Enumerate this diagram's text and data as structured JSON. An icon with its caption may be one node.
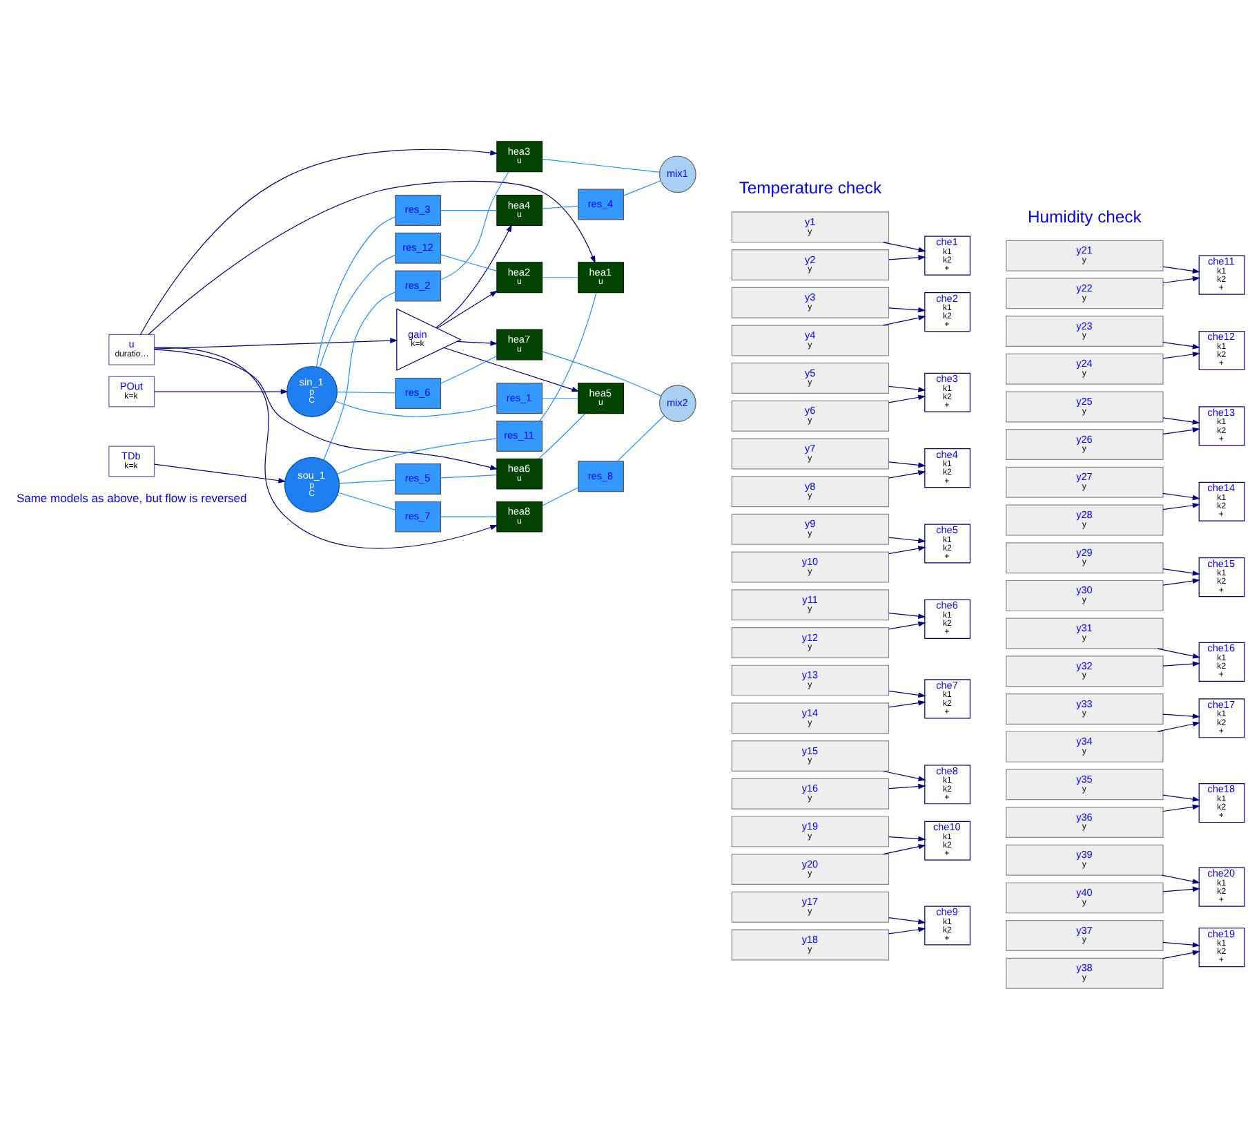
{
  "diagram": {
    "nodes": [
      {
        "text": [
          "u",
          "duratio…"
        ]
      },
      {
        "text": [
          "gain",
          "k=k"
        ]
      },
      {
        "text": [
          "POut",
          "k=k"
        ]
      },
      {
        "text": [
          "sin_1",
          "p",
          "C"
        ]
      },
      {
        "text": [
          "TDb",
          "k=k"
        ]
      },
      {
        "text": [
          "sou_1",
          "p",
          "C"
        ]
      },
      {
        "text": [
          "res_12"
        ]
      },
      {
        "text": [
          "hea2",
          "u"
        ]
      },
      {
        "text": [
          "res_11"
        ]
      },
      {
        "text": [
          "hea1",
          "u"
        ]
      },
      {
        "text": [
          "res_3"
        ]
      },
      {
        "text": [
          "hea4",
          "u"
        ]
      },
      {
        "text": [
          "res_4"
        ]
      },
      {
        "text": [
          "mix1"
        ]
      },
      {
        "text": [
          "res_2"
        ]
      },
      {
        "text": [
          "hea3",
          "u"
        ]
      },
      {
        "text": [
          "res_5"
        ]
      },
      {
        "text": [
          "hea6",
          "u"
        ]
      },
      {
        "text": [
          "res_1"
        ]
      },
      {
        "text": [
          "hea5",
          "u"
        ]
      },
      {
        "text": [
          "res_7"
        ]
      },
      {
        "text": [
          "hea8",
          "u"
        ]
      },
      {
        "text": [
          "res_8"
        ]
      },
      {
        "text": [
          "mix2"
        ]
      },
      {
        "text": [
          "res_6"
        ]
      },
      {
        "text": [
          "hea7",
          "u"
        ]
      },
      {
        "text": [
          "y1",
          "y"
        ]
      },
      {
        "text": [
          "y2",
          "y"
        ]
      },
      {
        "text": [
          "y3",
          "y"
        ]
      },
      {
        "text": [
          "y4",
          "y"
        ]
      },
      {
        "text": [
          "y5",
          "y"
        ]
      },
      {
        "text": [
          "y6",
          "y"
        ]
      },
      {
        "text": [
          "y7",
          "y"
        ]
      },
      {
        "text": [
          "y8",
          "y"
        ]
      },
      {
        "text": [
          "y9",
          "y"
        ]
      },
      {
        "text": [
          "y10",
          "y"
        ]
      },
      {
        "text": [
          "y11",
          "y"
        ]
      },
      {
        "text": [
          "y12",
          "y"
        ]
      },
      {
        "text": [
          "y13",
          "y"
        ]
      },
      {
        "text": [
          "y14",
          "y"
        ]
      },
      {
        "text": [
          "y15",
          "y"
        ]
      },
      {
        "text": [
          "y16",
          "y"
        ]
      },
      {
        "text": [
          "y19",
          "y"
        ]
      },
      {
        "text": [
          "y20",
          "y"
        ]
      },
      {
        "text": [
          "y17",
          "y"
        ]
      },
      {
        "text": [
          "y18",
          "y"
        ]
      },
      {
        "text": [
          "che1",
          "k1",
          "k2",
          "+"
        ]
      },
      {
        "text": [
          "che2",
          "k1",
          "k2",
          "+"
        ]
      },
      {
        "text": [
          "che3",
          "k1",
          "k2",
          "+"
        ]
      },
      {
        "text": [
          "che4",
          "k1",
          "k2",
          "+"
        ]
      },
      {
        "text": [
          "che5",
          "k1",
          "k2",
          "+"
        ]
      },
      {
        "text": [
          "che6",
          "k1",
          "k2",
          "+"
        ]
      },
      {
        "text": [
          "che7",
          "k1",
          "k2",
          "+"
        ]
      },
      {
        "text": [
          "che8",
          "k1",
          "k2",
          "+"
        ]
      },
      {
        "text": [
          "che10",
          "k1",
          "k2",
          "+"
        ]
      },
      {
        "text": [
          "che9",
          "k1",
          "k2",
          "+"
        ]
      },
      {
        "text": [
          "y21",
          "y"
        ]
      },
      {
        "text": [
          "y22",
          "y"
        ]
      },
      {
        "text": [
          "y23",
          "y"
        ]
      },
      {
        "text": [
          "y24",
          "y"
        ]
      },
      {
        "text": [
          "y25",
          "y"
        ]
      },
      {
        "text": [
          "y26",
          "y"
        ]
      },
      {
        "text": [
          "y27",
          "y"
        ]
      },
      {
        "text": [
          "y28",
          "y"
        ]
      },
      {
        "text": [
          "y29",
          "y"
        ]
      },
      {
        "text": [
          "y30",
          "y"
        ]
      },
      {
        "text": [
          "y31",
          "y"
        ]
      },
      {
        "text": [
          "y32",
          "y"
        ]
      },
      {
        "text": [
          "y33",
          "y"
        ]
      },
      {
        "text": [
          "y34",
          "y"
        ]
      },
      {
        "text": [
          "y35",
          "y"
        ]
      },
      {
        "text": [
          "y36",
          "y"
        ]
      },
      {
        "text": [
          "y39",
          "y"
        ]
      },
      {
        "text": [
          "y40",
          "y"
        ]
      },
      {
        "text": [
          "y37",
          "y"
        ]
      },
      {
        "text": [
          "y38",
          "y"
        ]
      },
      {
        "text": [
          "che11",
          "k1",
          "k2",
          "+"
        ]
      },
      {
        "text": [
          "che12",
          "k1",
          "k2",
          "+"
        ]
      },
      {
        "text": [
          "che13",
          "k1",
          "k2",
          "+"
        ]
      },
      {
        "text": [
          "che14",
          "k1",
          "k2",
          "+"
        ]
      },
      {
        "text": [
          "che15",
          "k1",
          "k2",
          "+"
        ]
      },
      {
        "text": [
          "che16",
          "k1",
          "k2",
          "+"
        ]
      },
      {
        "text": [
          "che17",
          "k1",
          "k2",
          "+"
        ]
      },
      {
        "text": [
          "che18",
          "k1",
          "k2",
          "+"
        ]
      },
      {
        "text": [
          "che20",
          "k1",
          "k2",
          "+"
        ]
      },
      {
        "text": [
          "che19",
          "k1",
          "k2",
          "+"
        ]
      }
    ],
    "edges": [
      {
        "from": 2,
        "to": 3,
        "arrow": "to"
      },
      {
        "from": 4,
        "to": 5,
        "arrow": "to"
      },
      {
        "from": 0,
        "to": 1,
        "arrow": "to"
      },
      {
        "from": 0,
        "to": 9,
        "arrow": "to"
      },
      {
        "from": 0,
        "to": 15,
        "arrow": "to"
      },
      {
        "from": 0,
        "to": 17,
        "arrow": "to"
      },
      {
        "from": 0,
        "to": 21,
        "arrow": "to"
      },
      {
        "from": 1,
        "to": 7,
        "arrow": "to"
      },
      {
        "from": 1,
        "to": 11,
        "arrow": "to"
      },
      {
        "from": 1,
        "to": 19,
        "arrow": "to"
      },
      {
        "from": 1,
        "to": 25,
        "arrow": "to"
      },
      {
        "from": 3,
        "to": 6,
        "arrow": "none",
        "color": "#1e90ff"
      },
      {
        "from": 3,
        "to": 10,
        "arrow": "none",
        "color": "#1e90ff"
      },
      {
        "from": 3,
        "to": 18,
        "arrow": "none",
        "color": "#1e90ff"
      },
      {
        "from": 3,
        "to": 24,
        "arrow": "none",
        "color": "#1e90ff"
      },
      {
        "from": 5,
        "to": 8,
        "arrow": "none",
        "color": "#1e90ff"
      },
      {
        "from": 5,
        "to": 14,
        "arrow": "none",
        "color": "#1e90ff"
      },
      {
        "from": 5,
        "to": 16,
        "arrow": "none",
        "color": "#1e90ff"
      },
      {
        "from": 5,
        "to": 20,
        "arrow": "none",
        "color": "#1e90ff"
      },
      {
        "from": 6,
        "to": 7,
        "arrow": "none",
        "color": "#1e90ff"
      },
      {
        "from": 8,
        "to": 9,
        "arrow": "none",
        "color": "#1e90ff"
      },
      {
        "from": 10,
        "to": 11,
        "arrow": "none",
        "color": "#1e90ff"
      },
      {
        "from": 14,
        "to": 15,
        "arrow": "none",
        "color": "#1e90ff"
      },
      {
        "from": 7,
        "to": 9,
        "arrow": "none",
        "color": "#1e90ff"
      },
      {
        "from": 11,
        "to": 12,
        "arrow": "none",
        "color": "#1e90ff"
      },
      {
        "from": 12,
        "to": 13,
        "arrow": "none",
        "color": "#1e90ff"
      },
      {
        "from": 15,
        "to": 13,
        "arrow": "none",
        "color": "#1e90ff"
      },
      {
        "from": 16,
        "to": 17,
        "arrow": "none",
        "color": "#1e90ff"
      },
      {
        "from": 18,
        "to": 19,
        "arrow": "none",
        "color": "#1e90ff"
      },
      {
        "from": 20,
        "to": 21,
        "arrow": "none",
        "color": "#1e90ff"
      },
      {
        "from": 24,
        "to": 25,
        "arrow": "none",
        "color": "#1e90ff"
      },
      {
        "from": 17,
        "to": 19,
        "arrow": "none",
        "color": "#1e90ff"
      },
      {
        "from": 21,
        "to": 22,
        "arrow": "none",
        "color": "#1e90ff"
      },
      {
        "from": 22,
        "to": 23,
        "arrow": "none",
        "color": "#1e90ff"
      },
      {
        "from": 25,
        "to": 23,
        "arrow": "none",
        "color": "#1e90ff"
      },
      {
        "from": 26,
        "to": 46,
        "arrow": "to"
      },
      {
        "from": 27,
        "to": 46,
        "arrow": "to"
      },
      {
        "from": 28,
        "to": 47,
        "arrow": "to"
      },
      {
        "from": 29,
        "to": 47,
        "arrow": "to"
      },
      {
        "from": 30,
        "to": 48,
        "arrow": "to"
      },
      {
        "from": 31,
        "to": 48,
        "arrow": "to"
      },
      {
        "from": 32,
        "to": 49,
        "arrow": "to"
      },
      {
        "from": 33,
        "to": 49,
        "arrow": "to"
      },
      {
        "from": 34,
        "to": 50,
        "arrow": "to"
      },
      {
        "from": 35,
        "to": 50,
        "arrow": "to"
      },
      {
        "from": 36,
        "to": 51,
        "arrow": "to"
      },
      {
        "from": 37,
        "to": 51,
        "arrow": "to"
      },
      {
        "from": 38,
        "to": 52,
        "arrow": "to"
      },
      {
        "from": 39,
        "to": 52,
        "arrow": "to"
      },
      {
        "from": 40,
        "to": 53,
        "arrow": "to"
      },
      {
        "from": 41,
        "to": 53,
        "arrow": "to"
      },
      {
        "from": 42,
        "to": 54,
        "arrow": "to"
      },
      {
        "from": 43,
        "to": 54,
        "arrow": "to"
      },
      {
        "from": 44,
        "to": 55,
        "arrow": "to"
      },
      {
        "from": 45,
        "to": 55,
        "arrow": "to"
      },
      {
        "from": 56,
        "to": 76,
        "arrow": "to"
      },
      {
        "from": 57,
        "to": 76,
        "arrow": "to"
      },
      {
        "from": 58,
        "to": 77,
        "arrow": "to"
      },
      {
        "from": 59,
        "to": 77,
        "arrow": "to"
      },
      {
        "from": 60,
        "to": 78,
        "arrow": "to"
      },
      {
        "from": 61,
        "to": 78,
        "arrow": "to"
      },
      {
        "from": 62,
        "to": 79,
        "arrow": "to"
      },
      {
        "from": 63,
        "to": 79,
        "arrow": "to"
      },
      {
        "from": 64,
        "to": 80,
        "arrow": "to"
      },
      {
        "from": 65,
        "to": 80,
        "arrow": "to"
      },
      {
        "from": 66,
        "to": 81,
        "arrow": "to"
      },
      {
        "from": 67,
        "to": 81,
        "arrow": "to"
      },
      {
        "from": 68,
        "to": 82,
        "arrow": "to"
      },
      {
        "from": 69,
        "to": 82,
        "arrow": "to"
      },
      {
        "from": 70,
        "to": 83,
        "arrow": "to"
      },
      {
        "from": 71,
        "to": 83,
        "arrow": "to"
      },
      {
        "from": 72,
        "to": 84,
        "arrow": "to"
      },
      {
        "from": 73,
        "to": 84,
        "arrow": "to"
      },
      {
        "from": 74,
        "to": 85,
        "arrow": "to"
      },
      {
        "from": 75,
        "to": 85,
        "arrow": "to"
      }
    ],
    "labels": [
      "Temperature check",
      "Humidity check",
      "Same models as above, but flow is reversed"
    ]
  }
}
